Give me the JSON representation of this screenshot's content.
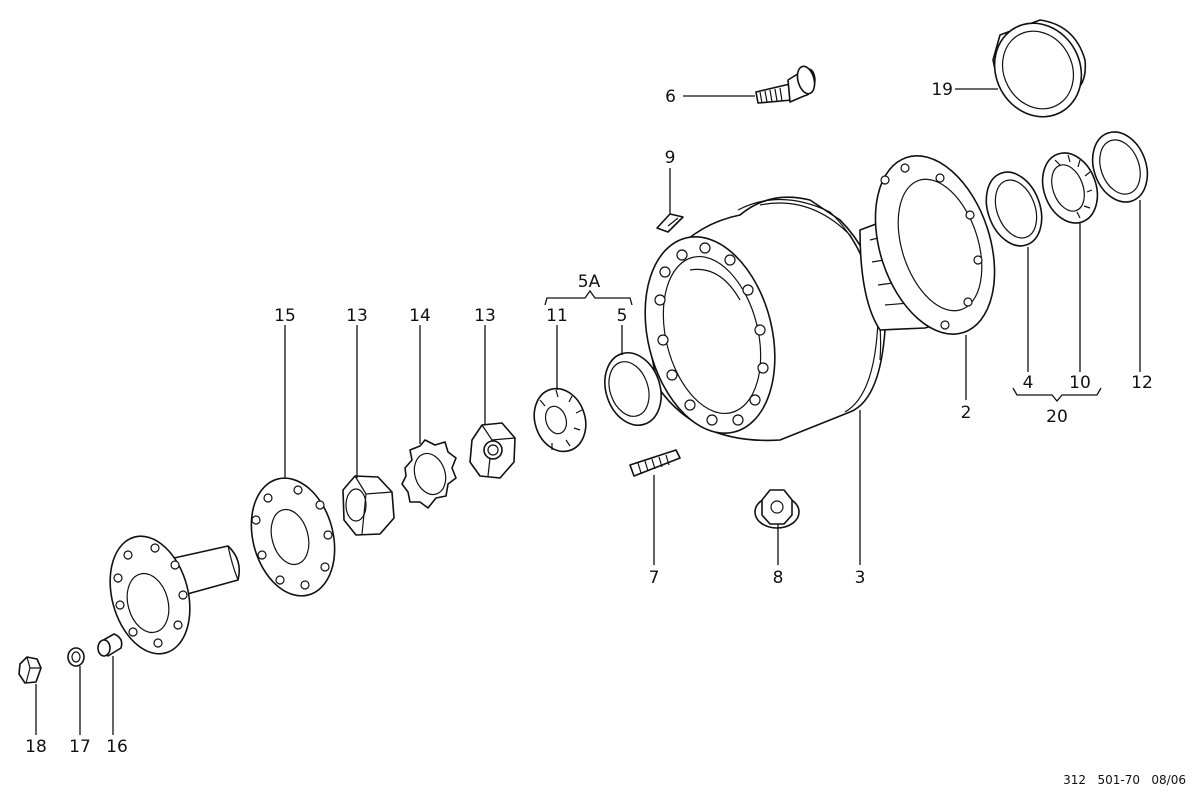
{
  "diagram": {
    "labels": {
      "p1": "6",
      "p2": "19",
      "p3": "9",
      "p4": "5A",
      "p5": "15",
      "p6": "13",
      "p7": "14",
      "p8": "13",
      "p9": "11",
      "p10": "5",
      "p11": "2",
      "p12": "4",
      "p13": "10",
      "p14": "12",
      "p15": "20",
      "p16": "7",
      "p17": "8",
      "p18": "3",
      "p19": "18",
      "p20": "17",
      "p21": "16"
    },
    "drawing_code": "312   501-70   08/06"
  }
}
